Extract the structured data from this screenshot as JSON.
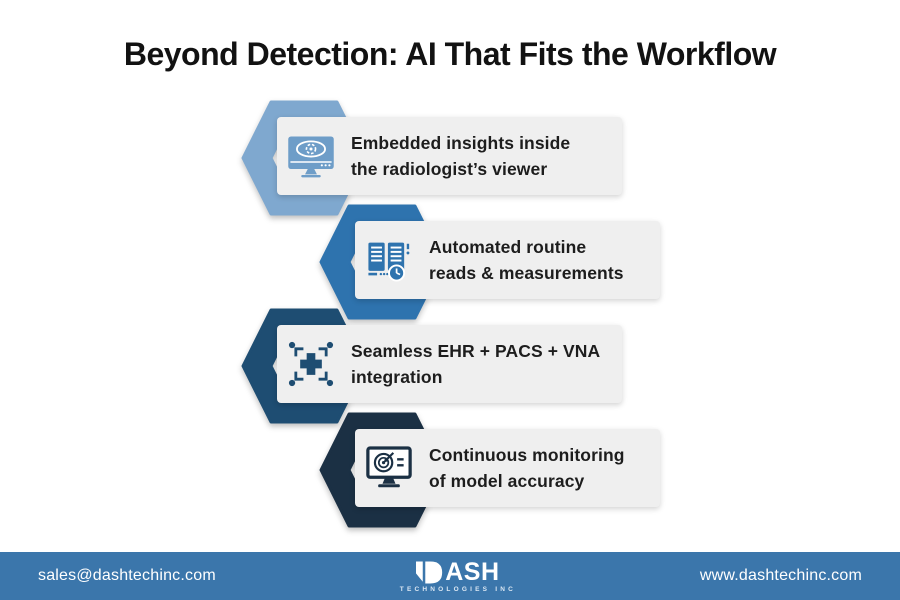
{
  "title": "Beyond Detection: AI That Fits the Workflow",
  "steps": [
    {
      "icon": "monitor-eye-icon",
      "line1": "Embedded insights inside",
      "line2": "the radiologist’s viewer",
      "color": "#7FA8CF"
    },
    {
      "icon": "documents-clock-icon",
      "line1": "Automated routine",
      "line2": "reads & measurements",
      "color": "#2E73AE"
    },
    {
      "icon": "integration-cross-icon",
      "line1": "Seamless EHR + PACS + VNA",
      "line2": "integration",
      "color": "#1E4D72"
    },
    {
      "icon": "monitor-gauge-icon",
      "line1": "Continuous monitoring",
      "line2": "of model accuracy",
      "color": "#1B3044"
    }
  ],
  "footer": {
    "email": "sales@dashtechinc.com",
    "website": "www.dashtechinc.com",
    "logo_name": "ASH",
    "logo_full": "DASH",
    "logo_subtitle": "TECHNOLOGIES INC",
    "background": "#3B76AB"
  }
}
